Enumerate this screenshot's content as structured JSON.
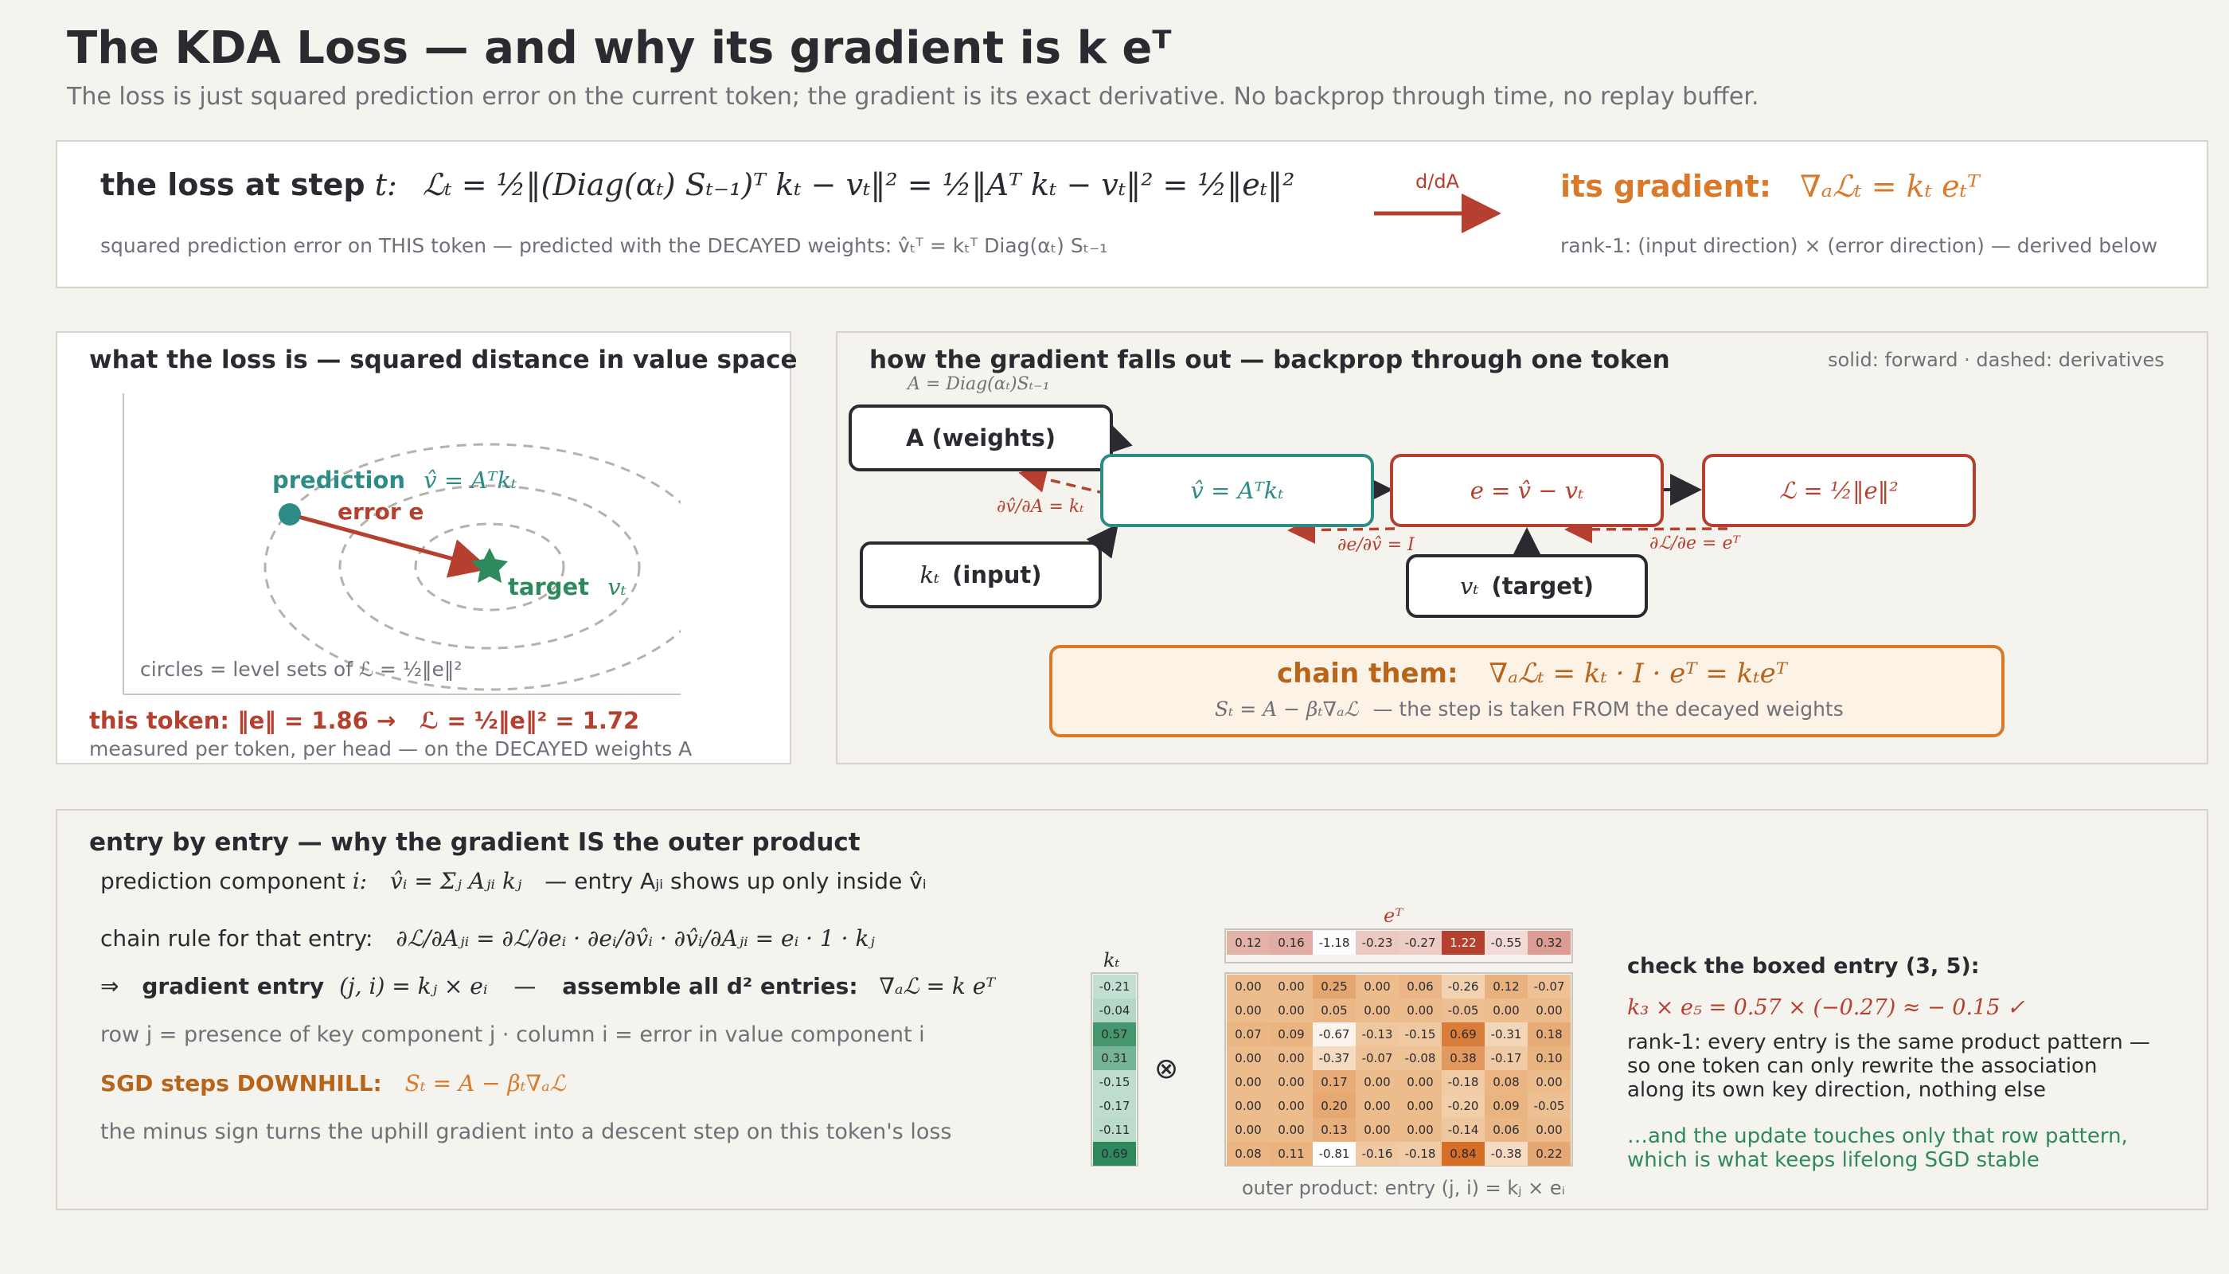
{
  "header": {
    "title": "The KDA Loss — and why its gradient is  k eᵀ",
    "subtitle": "The loss is just squared prediction error on the current token; the gradient is its exact derivative. No backprop through time, no replay buffer."
  },
  "top_panel": {
    "loss_label": "the loss at step",
    "loss_var": "t:",
    "loss_formula": "ℒₜ = ½‖(Diag(αₜ) Sₜ₋₁)ᵀ kₜ − vₜ‖² = ½‖Aᵀ kₜ − vₜ‖² = ½‖eₜ‖²",
    "loss_note": "squared prediction error on THIS token — predicted with the DECAYED weights:  v̂ₜᵀ = kₜᵀ Diag(αₜ) Sₜ₋₁",
    "arrow_label": "d/dA",
    "grad_label": "its gradient:",
    "grad_formula": "∇ₐℒₜ = kₜ eₜᵀ",
    "grad_note": "rank-1:  (input direction) × (error direction) — derived below"
  },
  "left_panel": {
    "title": "what the loss is — squared distance in value space",
    "prediction_label": "prediction",
    "prediction_formula": "v̂ = Aᵀkₜ",
    "error_label": "error  e",
    "target_label": "target",
    "target_var": "vₜ",
    "circles_note": "circles = level sets of  ℒ = ½‖e‖²",
    "token_label": "this token:  ‖e‖ = 1.86    →",
    "token_loss": "ℒ = ½‖e‖² = 1.72",
    "measured_note": "measured per token, per head — on the DECAYED weights A"
  },
  "right_panel": {
    "title": "how the gradient falls out — backprop through one token",
    "legend": "solid: forward   ·   dashed: derivatives",
    "a_def": "A = Diag(αₜ)Sₜ₋₁",
    "node_a": "A  (weights)",
    "node_k_var": "kₜ",
    "node_k_label": "(input)",
    "node_vhat": "v̂ = Aᵀkₜ",
    "node_e": "e = v̂ − vₜ",
    "node_loss": "ℒ = ½‖e‖²",
    "node_v_var": "vₜ",
    "node_v_label": "(target)",
    "deriv_1": "∂v̂/∂A = kₜ",
    "deriv_2": "∂e/∂v̂ = I",
    "deriv_3": "∂ℒ/∂e = eᵀ",
    "chain_label": "chain them:",
    "chain_formula": "∇ₐℒₜ = kₜ · I · eᵀ = kₜeᵀ",
    "chain_note_formula": "Sₜ = A − βₜ∇ₐℒ",
    "chain_note_text": "— the step is taken FROM the decayed weights"
  },
  "bottom_panel": {
    "title": "entry by entry — why the gradient IS the outer product",
    "line1_label": "prediction component",
    "line1_var": "i:",
    "line1_formula": "v̂ᵢ = Σⱼ Aⱼᵢ kⱼ",
    "line1_note": "— entry Aⱼᵢ shows up only inside v̂ᵢ",
    "line2_label": "chain rule for that entry:",
    "line2_formula": "∂ℒ/∂Aⱼᵢ = ∂ℒ/∂eᵢ · ∂eᵢ/∂v̂ᵢ · ∂v̂ᵢ/∂Aⱼᵢ = eᵢ · 1 · kⱼ",
    "line3_arrow": "⇒",
    "line3_label": "gradient entry",
    "line3_formula": "(j, i) = kⱼ × eᵢ",
    "line3_sep": "—",
    "line3_label2": "assemble all d² entries:",
    "line3_formula2": "∇ₐℒ = k eᵀ",
    "line4": "row  j  =  presence of key component j    ·    column  i  =  error in value component i",
    "sgd_label": "SGD steps DOWNHILL:",
    "sgd_formula": "Sₜ = A − βₜ∇ₐℒ",
    "minus_note": "the minus sign turns the uphill gradient into a descent step on this token's loss",
    "k_label": "kₜ",
    "e_label": "eᵀ",
    "otimes": "⊗",
    "outer_caption": "outer product:  entry (j, i) = kⱼ × eᵢ",
    "check_title": "check the boxed entry (3, 5):",
    "check_formula": "k₃ × e₅  =  0.57 × (−0.27)  ≈  − 0.15  ✓",
    "rank_note_1": "rank-1: every entry is the same product pattern —",
    "rank_note_2": "so one token can only rewrite the association",
    "rank_note_3": "along its own key direction, nothing else",
    "update_note_1": "…and the update touches only that row pattern,",
    "update_note_2": "which is what keeps lifelong SGD stable"
  },
  "heatmap": {
    "e": [
      "0.12",
      "0.16",
      "-1.18",
      "-0.23",
      "-0.27",
      "1.22",
      "-0.55",
      "0.32"
    ],
    "k": [
      "-0.21",
      "-0.04",
      "0.57",
      "0.31",
      "-0.15",
      "-0.17",
      "-0.11",
      "0.69"
    ],
    "rows": [
      [
        "0.00",
        "0.00",
        "0.25",
        "0.00",
        "0.06",
        "-0.26",
        "0.12",
        "-0.07"
      ],
      [
        "0.00",
        "0.00",
        "0.05",
        "0.00",
        "0.00",
        "-0.05",
        "0.00",
        "0.00"
      ],
      [
        "0.07",
        "0.09",
        "-0.67",
        "-0.13",
        "-0.15",
        "0.69",
        "-0.31",
        "0.18"
      ],
      [
        "0.00",
        "0.00",
        "-0.37",
        "-0.07",
        "-0.08",
        "0.38",
        "-0.17",
        "0.10"
      ],
      [
        "0.00",
        "0.00",
        "0.17",
        "0.00",
        "0.00",
        "-0.18",
        "0.08",
        "0.00"
      ],
      [
        "0.00",
        "0.00",
        "0.20",
        "0.00",
        "0.00",
        "-0.20",
        "0.09",
        "-0.05"
      ],
      [
        "0.00",
        "0.00",
        "0.13",
        "0.00",
        "0.00",
        "-0.14",
        "0.06",
        "0.00"
      ],
      [
        "0.08",
        "0.11",
        "-0.81",
        "-0.16",
        "-0.18",
        "0.84",
        "-0.38",
        "0.22"
      ]
    ],
    "boxed": [
      2,
      4
    ]
  },
  "colors": {
    "background": "#f5f3ee",
    "teal": "#2e8c86",
    "red": "#b6402f",
    "orange": "#d97a2b",
    "green": "#2e8a5c",
    "muted": "#6f7179"
  }
}
